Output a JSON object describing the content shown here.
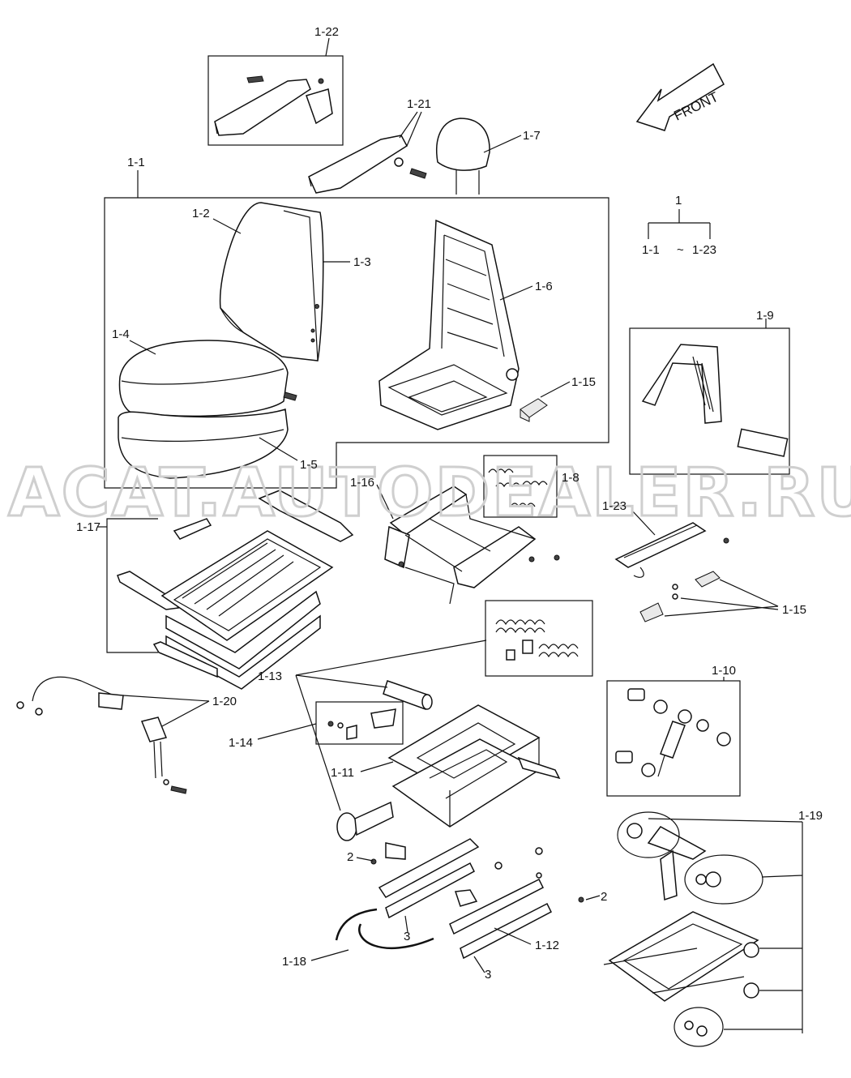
{
  "watermark": "ACAT.AUTODEALER.RU",
  "front_label": "FRONT",
  "assembly_note": {
    "parent": "1",
    "range_start": "1-1",
    "tilde": "~",
    "range_end": "1-23"
  },
  "labels": {
    "l_1_22": "1-22",
    "l_1_21": "1-21",
    "l_1_7": "1-7",
    "l_1_1": "1-1",
    "l_1_2": "1-2",
    "l_1_3": "1-3",
    "l_1_4": "1-4",
    "l_1_5": "1-5",
    "l_1_6": "1-6",
    "l_1_15a": "1-15",
    "l_1_9": "1-9",
    "l_1_16": "1-16",
    "l_1_8": "1-8",
    "l_1_17": "1-17",
    "l_1_23": "1-23",
    "l_1_15b": "1-15",
    "l_1_13": "1-13",
    "l_1_10": "1-10",
    "l_1_20": "1-20",
    "l_1_14": "1-14",
    "l_1_11": "1-11",
    "l_1_19": "1-19",
    "l_2a": "2",
    "l_2b": "2",
    "l_3a": "3",
    "l_3b": "3",
    "l_1_12": "1-12",
    "l_1_18": "1-18"
  },
  "icons": {
    "front_arrow": "front-arrow-icon",
    "headrest": "headrest-icon",
    "armrest": "armrest-icon",
    "seat_back": "seat-back-icon",
    "cushion": "seat-cushion-icon",
    "frame": "seat-frame-icon",
    "spring": "spring-icon",
    "shock": "shock-absorber-icon",
    "rail": "slide-rail-icon",
    "belt": "seat-belt-icon",
    "bolt": "bolt-icon",
    "knob": "adjust-knob-icon"
  }
}
